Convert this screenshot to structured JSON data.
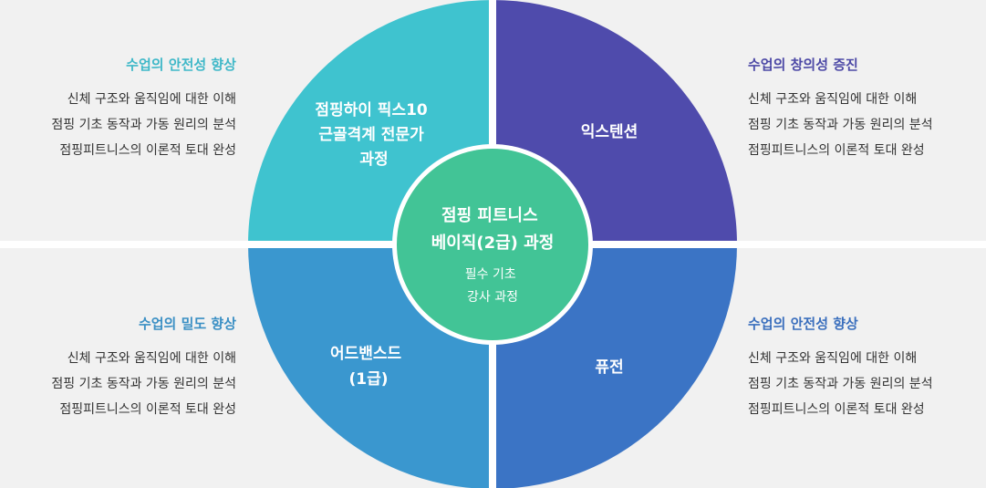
{
  "colors": {
    "background": "#f1f1f1",
    "divider": "#ffffff",
    "quadrant_top_left": "#3fc3cf",
    "quadrant_top_right": "#4f4bac",
    "quadrant_bottom_left": "#3a97cf",
    "quadrant_bottom_right": "#3b74c5",
    "center": "#42c496",
    "title_top_left": "#3fb8c8",
    "title_top_right": "#4d49a6",
    "title_bottom_left": "#3a8fc4",
    "title_bottom_right": "#3b6fbd",
    "body_text": "#333333"
  },
  "center": {
    "title_lines": [
      "점핑 피트니스",
      "베이직(2급) 과정"
    ],
    "subtitle_lines": [
      "필수 기초",
      "강사 과정"
    ]
  },
  "quadrants": {
    "top_left": {
      "label_lines": [
        "점핑하이 픽스10",
        "근골격계 전문가",
        "과정"
      ]
    },
    "top_right": {
      "label_lines": [
        "익스텐션"
      ]
    },
    "bottom_left": {
      "label_lines": [
        "어드밴스드",
        "(1급)"
      ]
    },
    "bottom_right": {
      "label_lines": [
        "퓨전"
      ]
    }
  },
  "panels": {
    "top_left": {
      "title": "수업의 안전성 향상",
      "lines": [
        "신체 구조와 움직임에 대한 이해",
        "점핑 기초 동작과 가동 원리의 분석",
        "점핑피트니스의 이론적 토대 완성"
      ]
    },
    "top_right": {
      "title": "수업의 창의성 증진",
      "lines": [
        "신체 구조와 움직임에 대한 이해",
        "점핑 기초 동작과 가동 원리의 분석",
        "점핑피트니스의 이론적 토대 완성"
      ]
    },
    "bottom_left": {
      "title": "수업의 밀도 향상",
      "lines": [
        "신체 구조와 움직임에 대한 이해",
        "점핑 기초 동작과 가동 원리의 분석",
        "점핑피트니스의 이론적 토대 완성"
      ]
    },
    "bottom_right": {
      "title": "수업의 안전성 향상",
      "lines": [
        "신체 구조와 움직임에 대한 이해",
        "점핑 기초 동작과 가동 원리의 분석",
        "점핑피트니스의 이론적 토대 완성"
      ]
    }
  }
}
